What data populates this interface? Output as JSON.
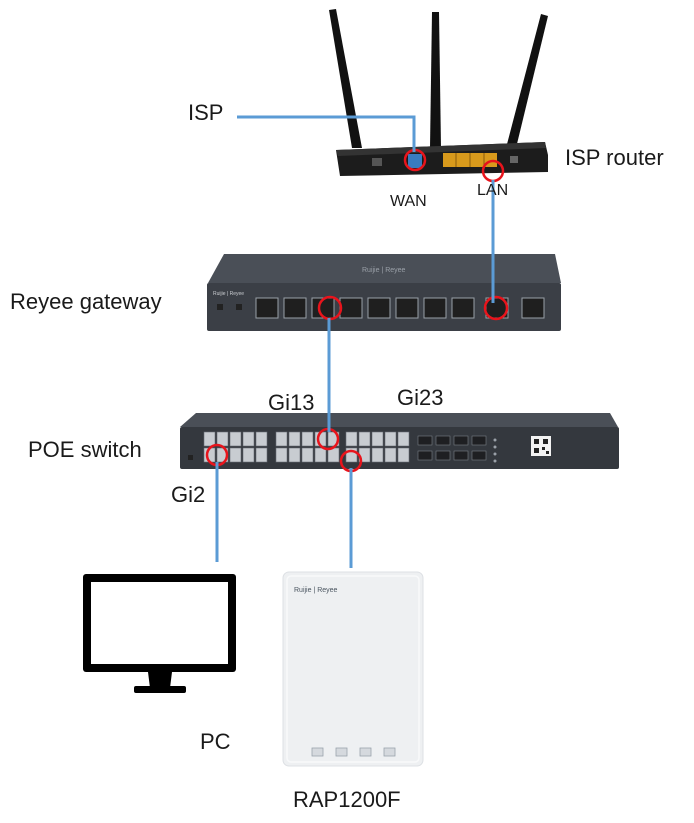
{
  "labels": {
    "isp": "ISP",
    "isp_router": "ISP router",
    "wan": "WAN",
    "lan": "LAN",
    "gateway": "Reyee gateway",
    "gi13": "Gi13",
    "gi23": "Gi23",
    "poe_switch": "POE switch",
    "gi2": "Gi2",
    "pc": "PC",
    "ap": "RAP1200F"
  },
  "logos": {
    "gateway_brand": "Ruijie | Reyee",
    "ap_brand": "Ruijie | Reyee"
  },
  "colors": {
    "cable": "#5b9bd5",
    "highlight": "#e8141c",
    "device_dark": "#3b3f46",
    "device_light": "#eef0f2"
  }
}
